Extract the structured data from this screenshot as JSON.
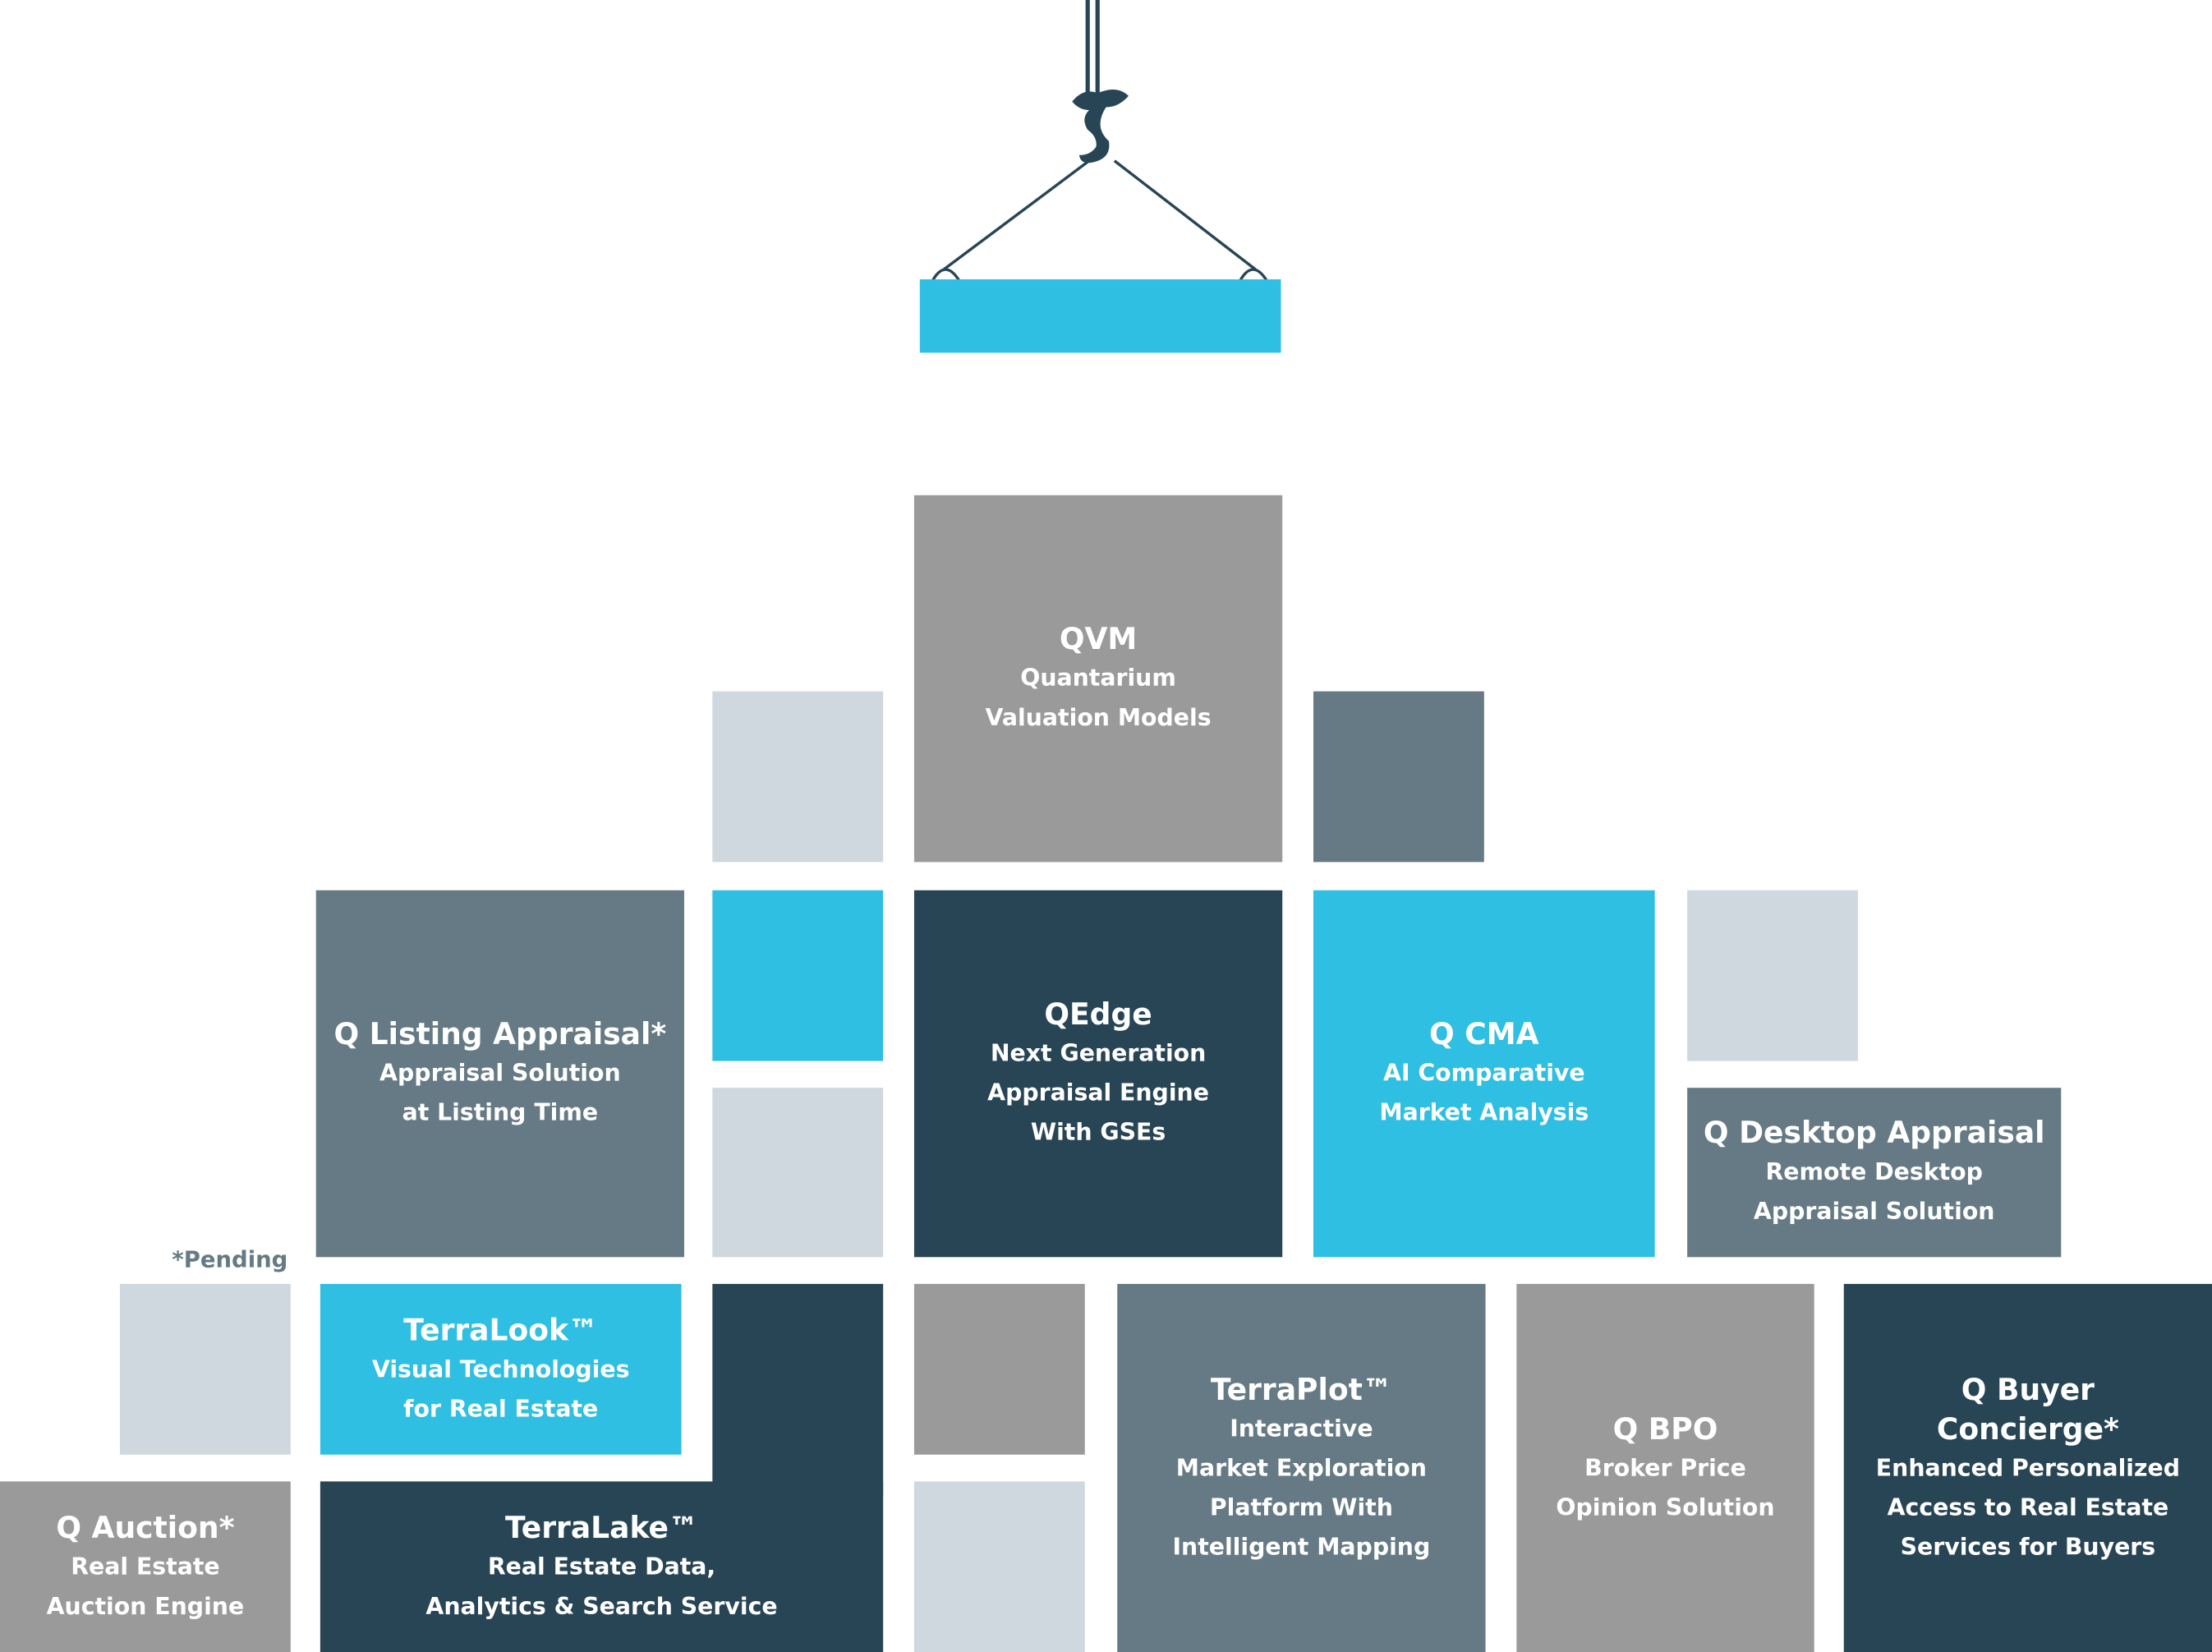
{
  "colors": {
    "gray": "#9a9a9a",
    "slate": "#657a84",
    "navy": "#284555",
    "cyan": "#2ebfe2",
    "pale": "#cfd8de",
    "crane": "#284555"
  },
  "crane": {
    "icon": "crane-hook-icon"
  },
  "note": "*Pending",
  "blocks": {
    "qvm": {
      "title": "QVM",
      "lines": [
        "Quantarium",
        "Valuation Models"
      ]
    },
    "q_listing_appraisal": {
      "title": "Q Listing Appraisal*",
      "lines": [
        "Appraisal Solution",
        "at Listing Time"
      ]
    },
    "qedge": {
      "title": "QEdge",
      "lines": [
        "Next Generation",
        "Appraisal Engine",
        "With GSEs"
      ]
    },
    "q_cma": {
      "title": "Q CMA",
      "lines": [
        "AI Comparative",
        "Market Analysis"
      ]
    },
    "q_desktop_appraisal": {
      "title": "Q Desktop Appraisal",
      "lines": [
        "Remote Desktop",
        "Appraisal Solution"
      ]
    },
    "terralook": {
      "title": "TerraLook™",
      "lines": [
        "Visual Technologies",
        "for Real Estate"
      ]
    },
    "q_auction": {
      "title": "Q Auction*",
      "lines": [
        "Real Estate",
        "Auction Engine"
      ]
    },
    "terralake": {
      "title": "TerraLake™",
      "lines": [
        "Real Estate Data,",
        "Analytics & Search Service"
      ]
    },
    "terraplot": {
      "title": "TerraPlot™",
      "lines": [
        "Interactive",
        "Market Exploration",
        "Platform With",
        "Intelligent Mapping"
      ]
    },
    "q_bpo": {
      "title": "Q BPO",
      "lines": [
        "Broker Price",
        "Opinion Solution"
      ]
    },
    "q_buyer_concierge": {
      "title": "Q Buyer Concierge*",
      "lines": [
        "Enhanced Personalized",
        "Access to Real Estate",
        "Services for Buyers"
      ]
    }
  }
}
